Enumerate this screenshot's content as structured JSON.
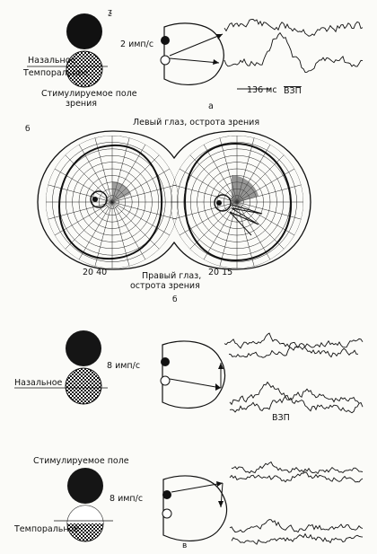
{
  "panel_a": {
    "label_nasal": "Назальное",
    "label_temporal": "Темпоральное",
    "label_stim_line1": "Стимулируемое поле",
    "label_stim_line2": "зрения",
    "rate": "2 имп/с",
    "scale": "136 мс",
    "vep": "ВЗП",
    "panel_letter": "а"
  },
  "panel_b": {
    "title": "Левый глаз, острота зрения",
    "left_acuity": "20 40",
    "right_acuity": "20 15",
    "caption_line1": "Правый глаз,",
    "caption_line2": "острота зрения",
    "panel_letter": "б"
  },
  "panel_c": {
    "rate": "8 имп/с",
    "label_nasal": "Назальное",
    "vep": "ВЗП"
  },
  "panel_d": {
    "label_stim": "Стимулируемое поле",
    "rate": "8 имп/с",
    "label_temporal": "Темпоральное",
    "panel_letter": "в"
  }
}
